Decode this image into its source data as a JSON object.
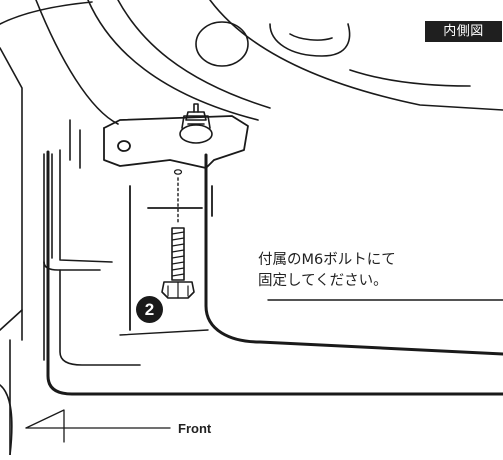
{
  "view_label": "内側図",
  "instruction": {
    "line1": "付属のM6ボルトにて",
    "line2": "固定してください。"
  },
  "step_number": "2",
  "direction_label": "Front",
  "colors": {
    "line": "#1a1a1a",
    "label_bg": "#1f1f1f",
    "background": "#ffffff"
  }
}
